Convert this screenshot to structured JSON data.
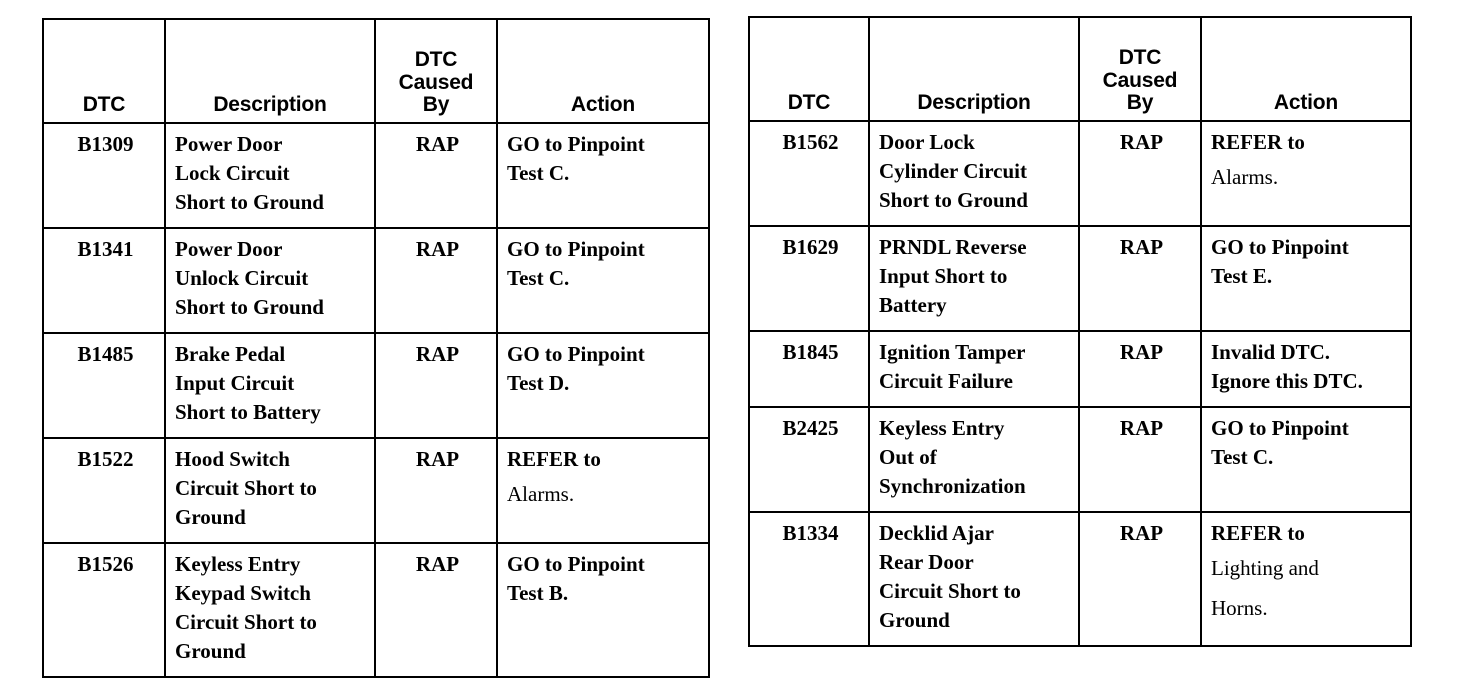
{
  "document": {
    "kind": "dtc-diagnostic-trouble-code-tables",
    "table_count": 2
  },
  "tables": [
    {
      "id": "dtc-table-left",
      "columns": [
        "DTC",
        "Description",
        "DTC Caused By",
        "Action"
      ],
      "header_lines": {
        "col1": [
          "DTC"
        ],
        "col2": [
          "Description"
        ],
        "col3": [
          "DTC",
          "Caused",
          "By"
        ],
        "col4": [
          "Action"
        ]
      },
      "rows": [
        {
          "dtc": "B1309",
          "description": [
            "Power Door",
            "Lock Circuit",
            "Short to Ground"
          ],
          "caused_by": "RAP",
          "action": [
            "GO to Pinpoint",
            "Test C."
          ],
          "action_loose": false
        },
        {
          "dtc": "B1341",
          "description": [
            "Power Door",
            "Unlock Circuit",
            "Short to Ground"
          ],
          "caused_by": "RAP",
          "action": [
            "GO to Pinpoint",
            "Test C."
          ],
          "action_loose": false
        },
        {
          "dtc": "B1485",
          "description": [
            "Brake Pedal",
            "Input Circuit",
            "Short to Battery"
          ],
          "caused_by": "RAP",
          "action": [
            "GO to Pinpoint",
            "Test D."
          ],
          "action_loose": false
        },
        {
          "dtc": "B1522",
          "description": [
            "Hood Switch",
            "Circuit Short to",
            "Ground"
          ],
          "caused_by": "RAP",
          "action": [
            "REFER to",
            "Alarms."
          ],
          "action_loose": true
        },
        {
          "dtc": "B1526",
          "description": [
            "Keyless Entry",
            "Keypad Switch",
            "Circuit Short to",
            "Ground"
          ],
          "caused_by": "RAP",
          "action": [
            "GO to Pinpoint",
            "Test B."
          ],
          "action_loose": false
        }
      ]
    },
    {
      "id": "dtc-table-right",
      "columns": [
        "DTC",
        "Description",
        "DTC Caused By",
        "Action"
      ],
      "header_lines": {
        "col1": [
          "DTC"
        ],
        "col2": [
          "Description"
        ],
        "col3": [
          "DTC",
          "Caused",
          "By"
        ],
        "col4": [
          "Action"
        ]
      },
      "rows": [
        {
          "dtc": "B1562",
          "description": [
            "Door Lock",
            "Cylinder Circuit",
            "Short to Ground"
          ],
          "caused_by": "RAP",
          "action": [
            "REFER to",
            "Alarms."
          ],
          "action_loose": true
        },
        {
          "dtc": "B1629",
          "description": [
            "PRNDL Reverse",
            "Input Short to",
            "Battery"
          ],
          "caused_by": "RAP",
          "action": [
            "GO to Pinpoint",
            "Test E."
          ],
          "action_loose": false
        },
        {
          "dtc": "B1845",
          "description": [
            "Ignition Tamper",
            "Circuit Failure"
          ],
          "caused_by": "RAP",
          "action": [
            "Invalid DTC.",
            "Ignore this DTC."
          ],
          "action_loose": false
        },
        {
          "dtc": "B2425",
          "description": [
            "Keyless Entry",
            "Out of",
            "Synchronization"
          ],
          "caused_by": "RAP",
          "action": [
            "GO to Pinpoint",
            "Test C."
          ],
          "action_loose": false
        },
        {
          "dtc": "B1334",
          "description": [
            "Decklid Ajar",
            "Rear Door",
            "Circuit Short to",
            "Ground"
          ],
          "caused_by": "RAP",
          "action": [
            "REFER to",
            "Lighting and",
            "Horns."
          ],
          "action_loose": true
        }
      ]
    }
  ],
  "colors": {
    "ink": "#000000",
    "paper": "#ffffff"
  }
}
